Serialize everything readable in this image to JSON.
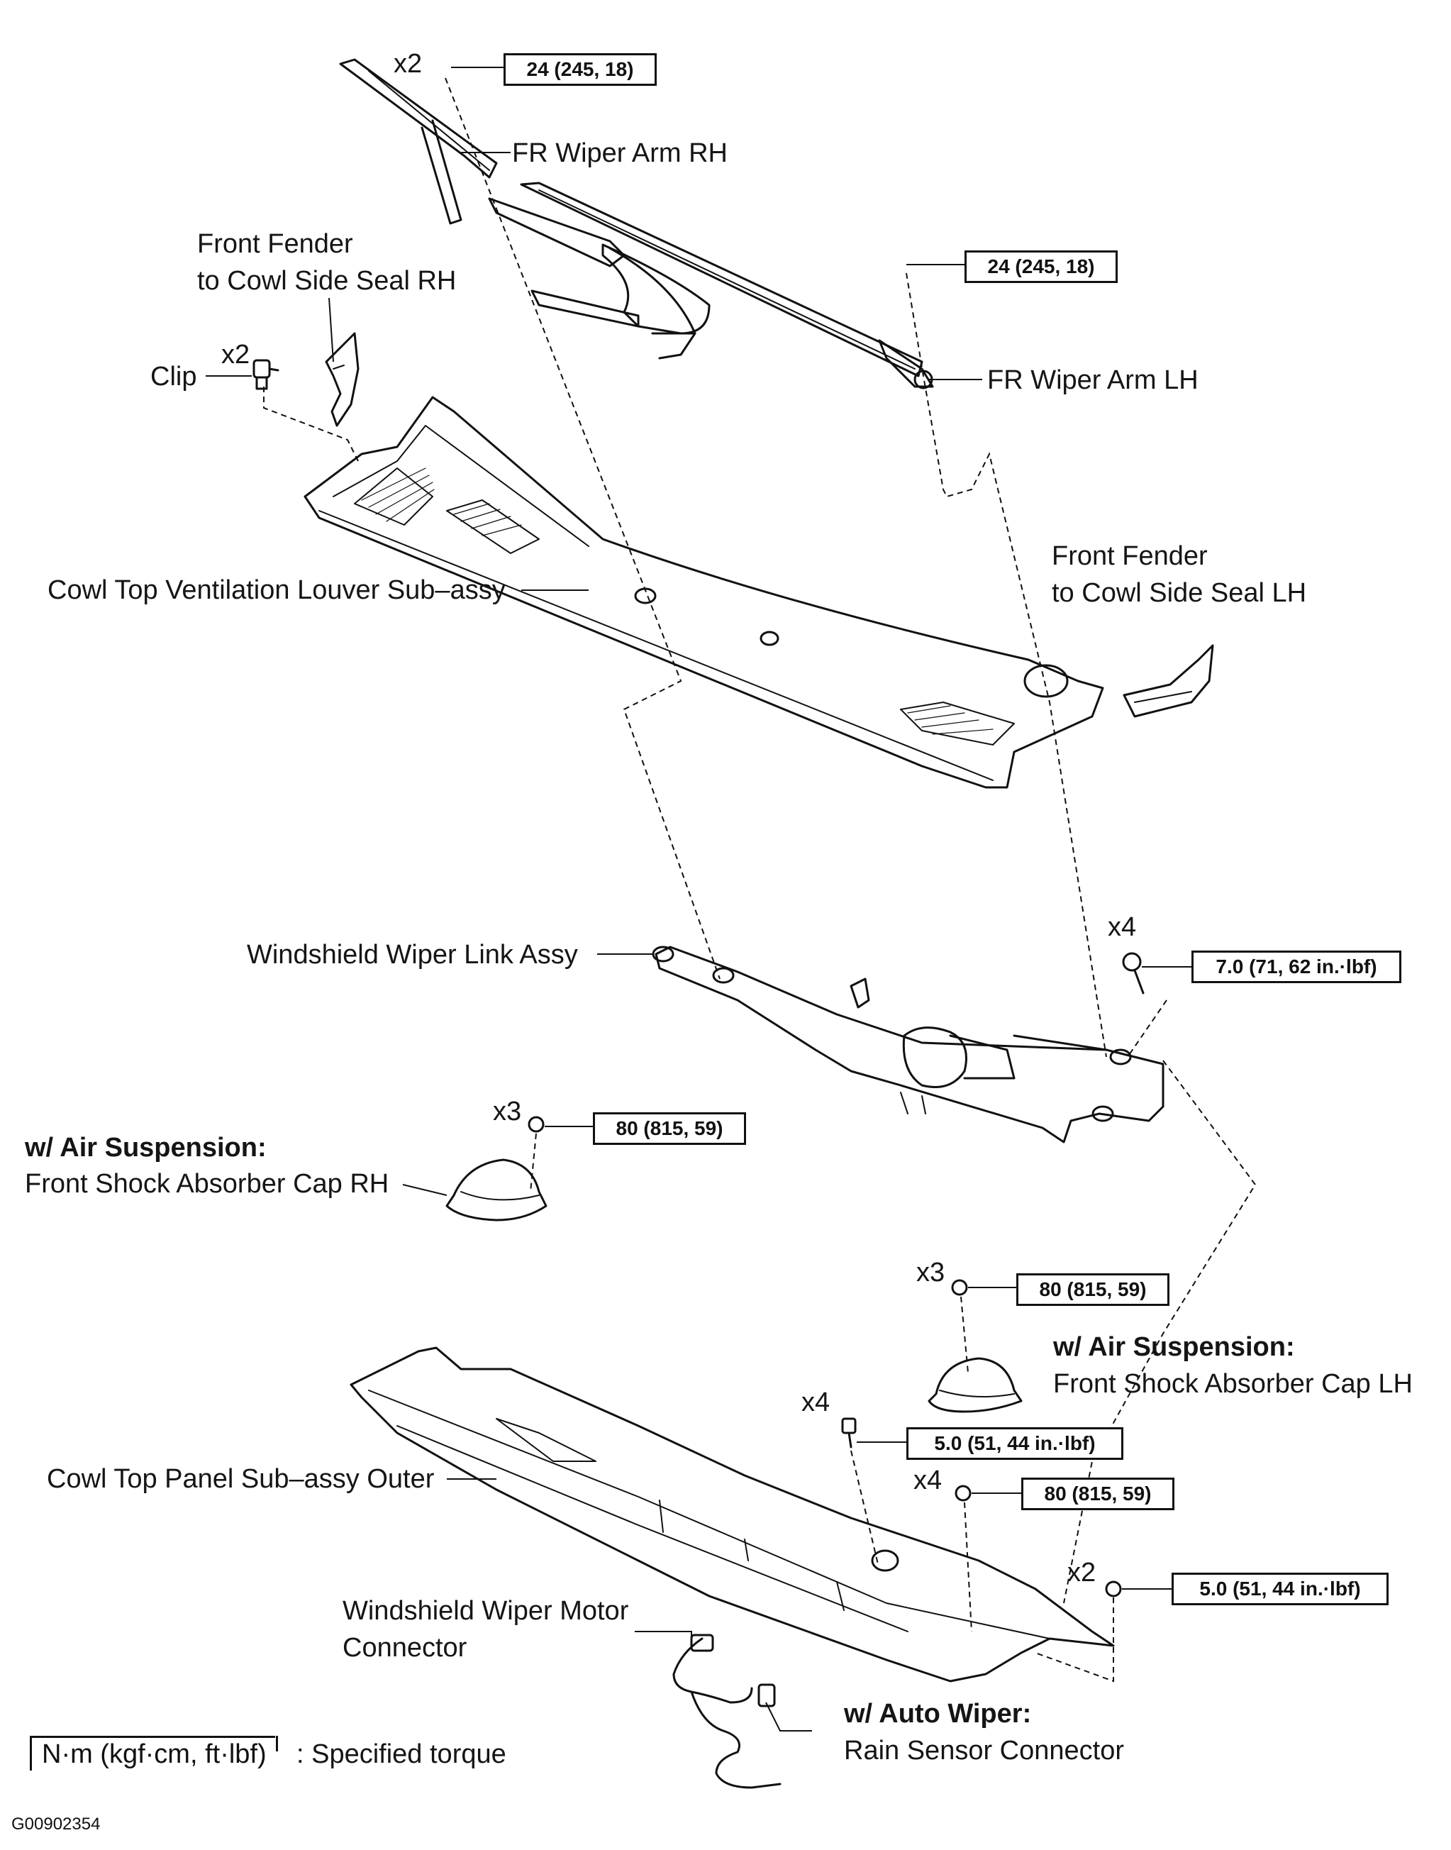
{
  "labels": {
    "fr_wiper_arm_rh": "FR Wiper Arm RH",
    "fr_wiper_arm_lh": "FR Wiper Arm LH",
    "seal_rh_line1": "Front Fender",
    "seal_rh_line2": "to Cowl Side Seal RH",
    "clip": "Clip",
    "cowl_louver": "Cowl Top Ventilation Louver Sub–assy",
    "seal_lh_line1": "Front Fender",
    "seal_lh_line2": "to Cowl Side Seal LH",
    "link_assy": "Windshield Wiper Link Assy",
    "air_susp_rh_title": "w/ Air Suspension:",
    "shock_cap_rh": "Front Shock Absorber Cap RH",
    "air_susp_lh_title": "w/ Air Suspension:",
    "shock_cap_lh": "Front Shock Absorber Cap LH",
    "cowl_panel": "Cowl Top Panel Sub–assy Outer",
    "motor_conn_line1": "Windshield Wiper Motor",
    "motor_conn_line2": "Connector",
    "auto_wiper_title": "w/ Auto Wiper:",
    "rain_sensor": "Rain Sensor Connector"
  },
  "multipliers": {
    "arm_nut": "x2",
    "clip": "x2",
    "link_bolt": "x4",
    "cap_rh_nut": "x3",
    "cap_lh_nut": "x3",
    "panel_bolt": "x4",
    "panel_nut": "x4",
    "panel_screw": "x2"
  },
  "torques": {
    "arm_rh": "24 (245, 18)",
    "arm_lh": "24 (245, 18)",
    "link": "7.0 (71, 62 in.·lbf)",
    "cap_rh": "80 (815, 59)",
    "cap_lh": "80 (815, 59)",
    "panel_bolt": "5.0 (51, 44 in.·lbf)",
    "panel_nut": "80 (815, 59)",
    "panel_screw": "5.0 (51, 44 in.·lbf)"
  },
  "legend": {
    "units": "N·m (kgf·cm, ft·lbf)",
    "text": ": Specified torque"
  },
  "figure_code": "G00902354"
}
